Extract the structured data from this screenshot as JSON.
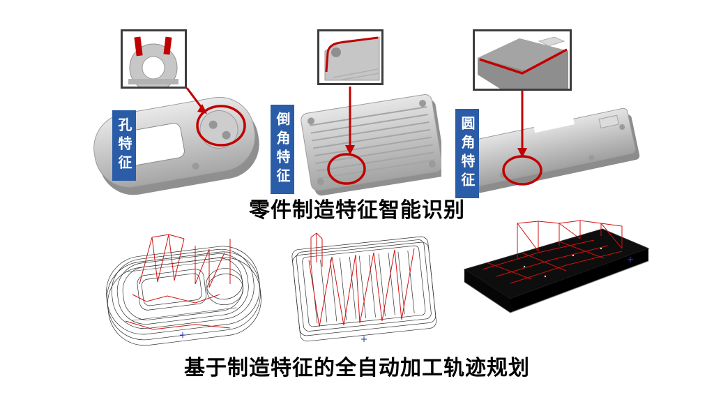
{
  "slide": {
    "background": "#ffffff",
    "top_caption": "零件制造特征智能识别",
    "bottom_caption": "基于制造特征的全自动加工轨迹规划"
  },
  "features": [
    {
      "label": "孔特征"
    },
    {
      "label": "倒角特征"
    },
    {
      "label": "圆角特征"
    }
  ],
  "colors": {
    "label_background": "#2a5ca8",
    "label_text": "#ffffff",
    "highlight_red": "#c00000",
    "caption_text": "#000000",
    "part_gray": "#c8c8c8",
    "toolpath_red": "#d01010",
    "wireframe_black": "#2e2e2e"
  }
}
